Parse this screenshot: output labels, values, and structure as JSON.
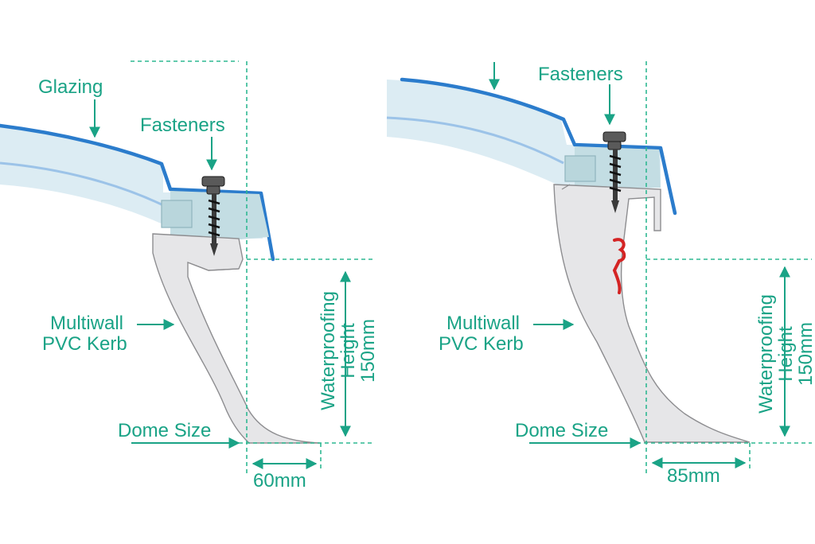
{
  "left_diagram": {
    "glazing_label": "Glazing",
    "fasteners_label": "Fasteners",
    "kerb_label_line1": "Multiwall",
    "kerb_label_line2": "PVC Kerb",
    "waterproofing_line1": "Waterproofing",
    "waterproofing_line2": "Height",
    "waterproofing_line3": "150mm",
    "dome_size_label": "Dome Size",
    "width_label": "60mm"
  },
  "right_diagram": {
    "fasteners_label": "Fasteners",
    "kerb_label_line1": "Multiwall",
    "kerb_label_line2": "PVC Kerb",
    "waterproofing_line1": "Waterproofing",
    "waterproofing_line2": "Height",
    "waterproofing_line3": "150mm",
    "dome_size_label": "Dome Size",
    "width_label": "85mm"
  },
  "colors": {
    "label_green": "#1aa386",
    "glazing_edge_blue": "#2b7ccc",
    "seal_red": "#d42424"
  }
}
